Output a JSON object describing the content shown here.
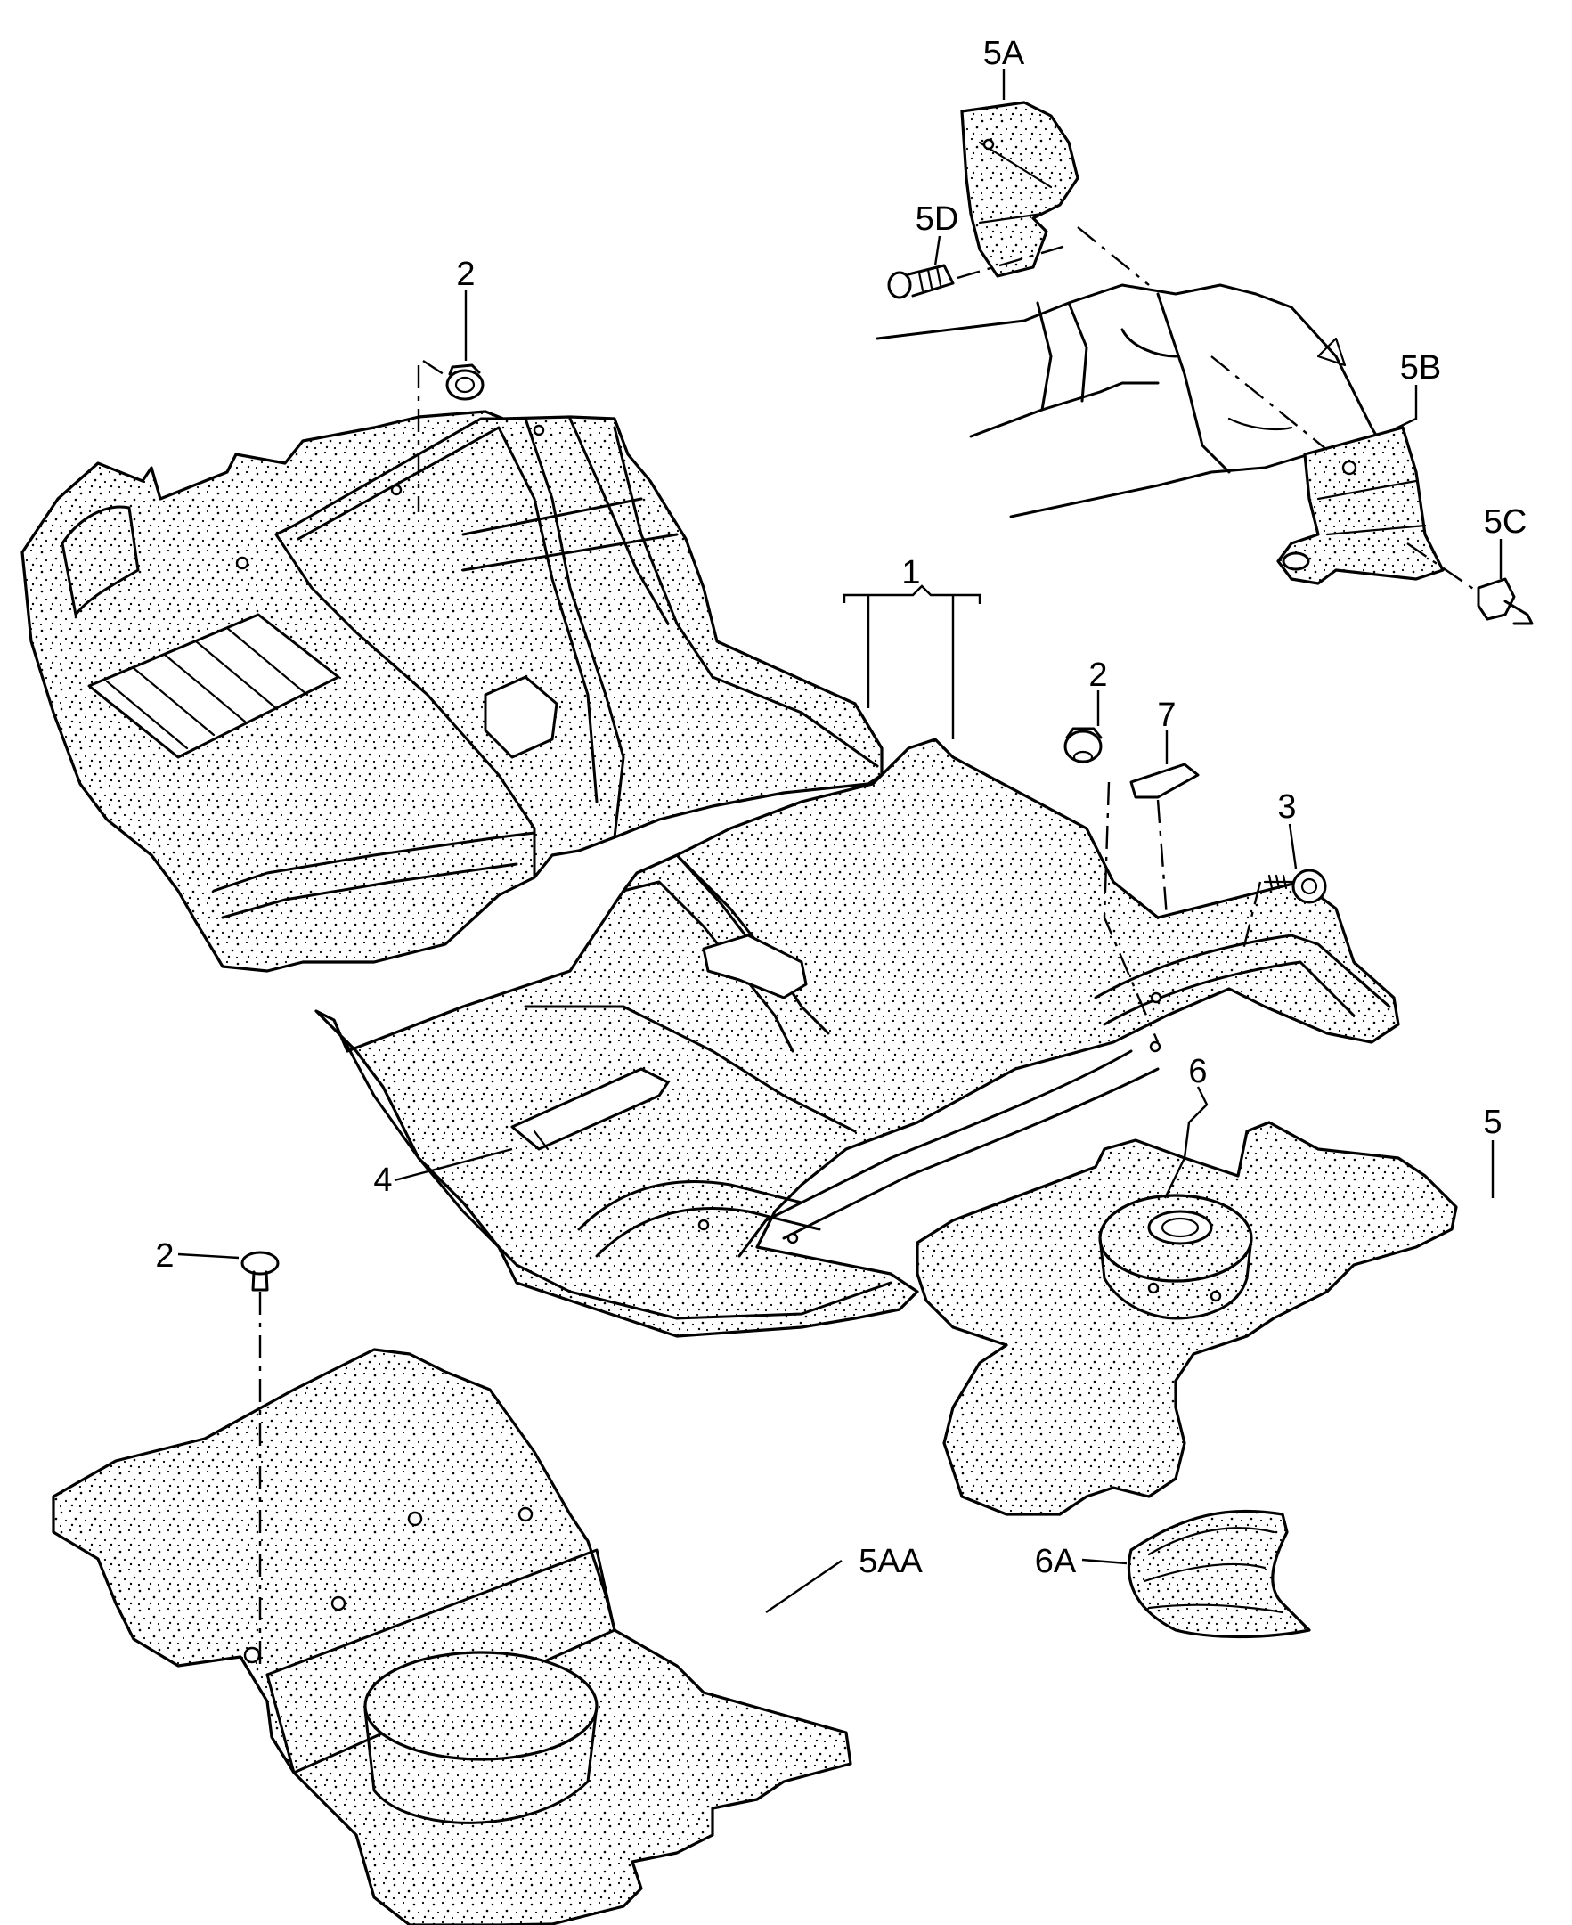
{
  "diagram": {
    "callouts": {
      "c1": "1",
      "c2a": "2",
      "c2b": "2",
      "c2c": "2",
      "c3": "3",
      "c4": "4",
      "c5": "5",
      "c5a": "5A",
      "c5aa": "5AA",
      "c5b": "5B",
      "c5c": "5C",
      "c5d": "5D",
      "c6": "6",
      "c6a": "6A",
      "c7": "7"
    }
  }
}
